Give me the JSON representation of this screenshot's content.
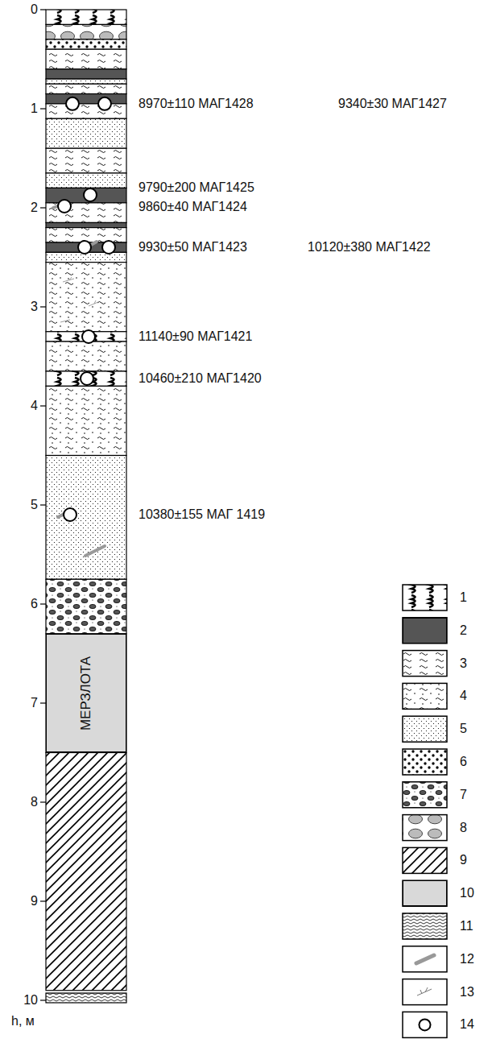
{
  "diagram": {
    "nodes": [
      {
        "text": [
          "МЕРЗЛОТА"
        ]
      }
    ],
    "labels": [
      "0",
      "1",
      "2",
      "3",
      "4",
      "5",
      "6",
      "7",
      "8",
      "9",
      "10",
      "h, м",
      "8970±110 МАГ1428",
      "9340±30 МАГ1427",
      "9790±200 МАГ1425",
      "9860±40 МАГ1424",
      "9930±50 МАГ1423",
      "10120±380 МАГ1422",
      "11140±90 МАГ1421",
      "10460±210 МАГ1420",
      "10380±155 МАГ 1419"
    ],
    "legend": [
      {
        "text": "1"
      },
      {
        "text": "2",
        "color": "#555555"
      },
      {
        "text": "3"
      },
      {
        "text": "4"
      },
      {
        "text": "5"
      },
      {
        "text": "6"
      },
      {
        "text": "7"
      },
      {
        "text": "8"
      },
      {
        "text": "9"
      },
      {
        "text": "10",
        "color": "#d9d9d9"
      },
      {
        "text": "11"
      },
      {
        "text": "12"
      },
      {
        "text": "13"
      },
      {
        "text": "14"
      }
    ]
  }
}
